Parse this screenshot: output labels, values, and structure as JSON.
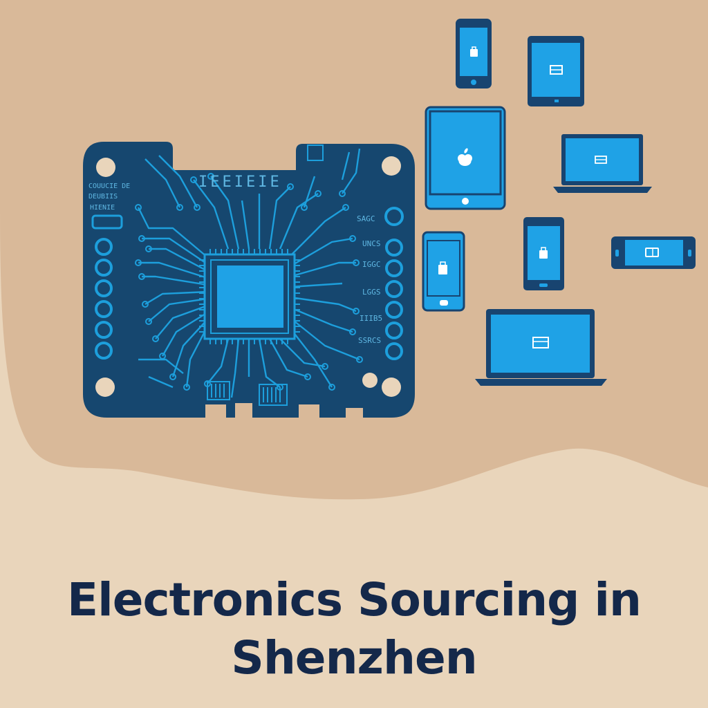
{
  "title": {
    "line1": "Electronics Sourcing in",
    "line2": "Shenzhen"
  },
  "colors": {
    "background_light": "#e9d5bb",
    "background_blob": "#d9b999",
    "board": "#16476f",
    "trace": "#1d9fdc",
    "screen": "#1fa2e6",
    "frame": "#184470",
    "text": "#14284a"
  },
  "board": {
    "top_marks": "IEEIEIE",
    "left_labels": [
      "COUUCIE DE",
      "DEUBIIS",
      "HIENIE"
    ],
    "right_labels": [
      "SAGC",
      "UNCS",
      "IGGC",
      "LGGS",
      "IIIB5",
      "SSRCS"
    ]
  },
  "devices": [
    {
      "kind": "phone",
      "icon": "bag-icon"
    },
    {
      "kind": "tablet",
      "icon": "window-icon"
    },
    {
      "kind": "tablet",
      "icon": "apple-logo-icon"
    },
    {
      "kind": "laptop",
      "icon": "window-icon"
    },
    {
      "kind": "phone",
      "icon": "bag-icon"
    },
    {
      "kind": "phone",
      "icon": "bag-icon"
    },
    {
      "kind": "phone-landscape",
      "icon": "window-icon"
    },
    {
      "kind": "laptop",
      "icon": "window-icon"
    }
  ]
}
